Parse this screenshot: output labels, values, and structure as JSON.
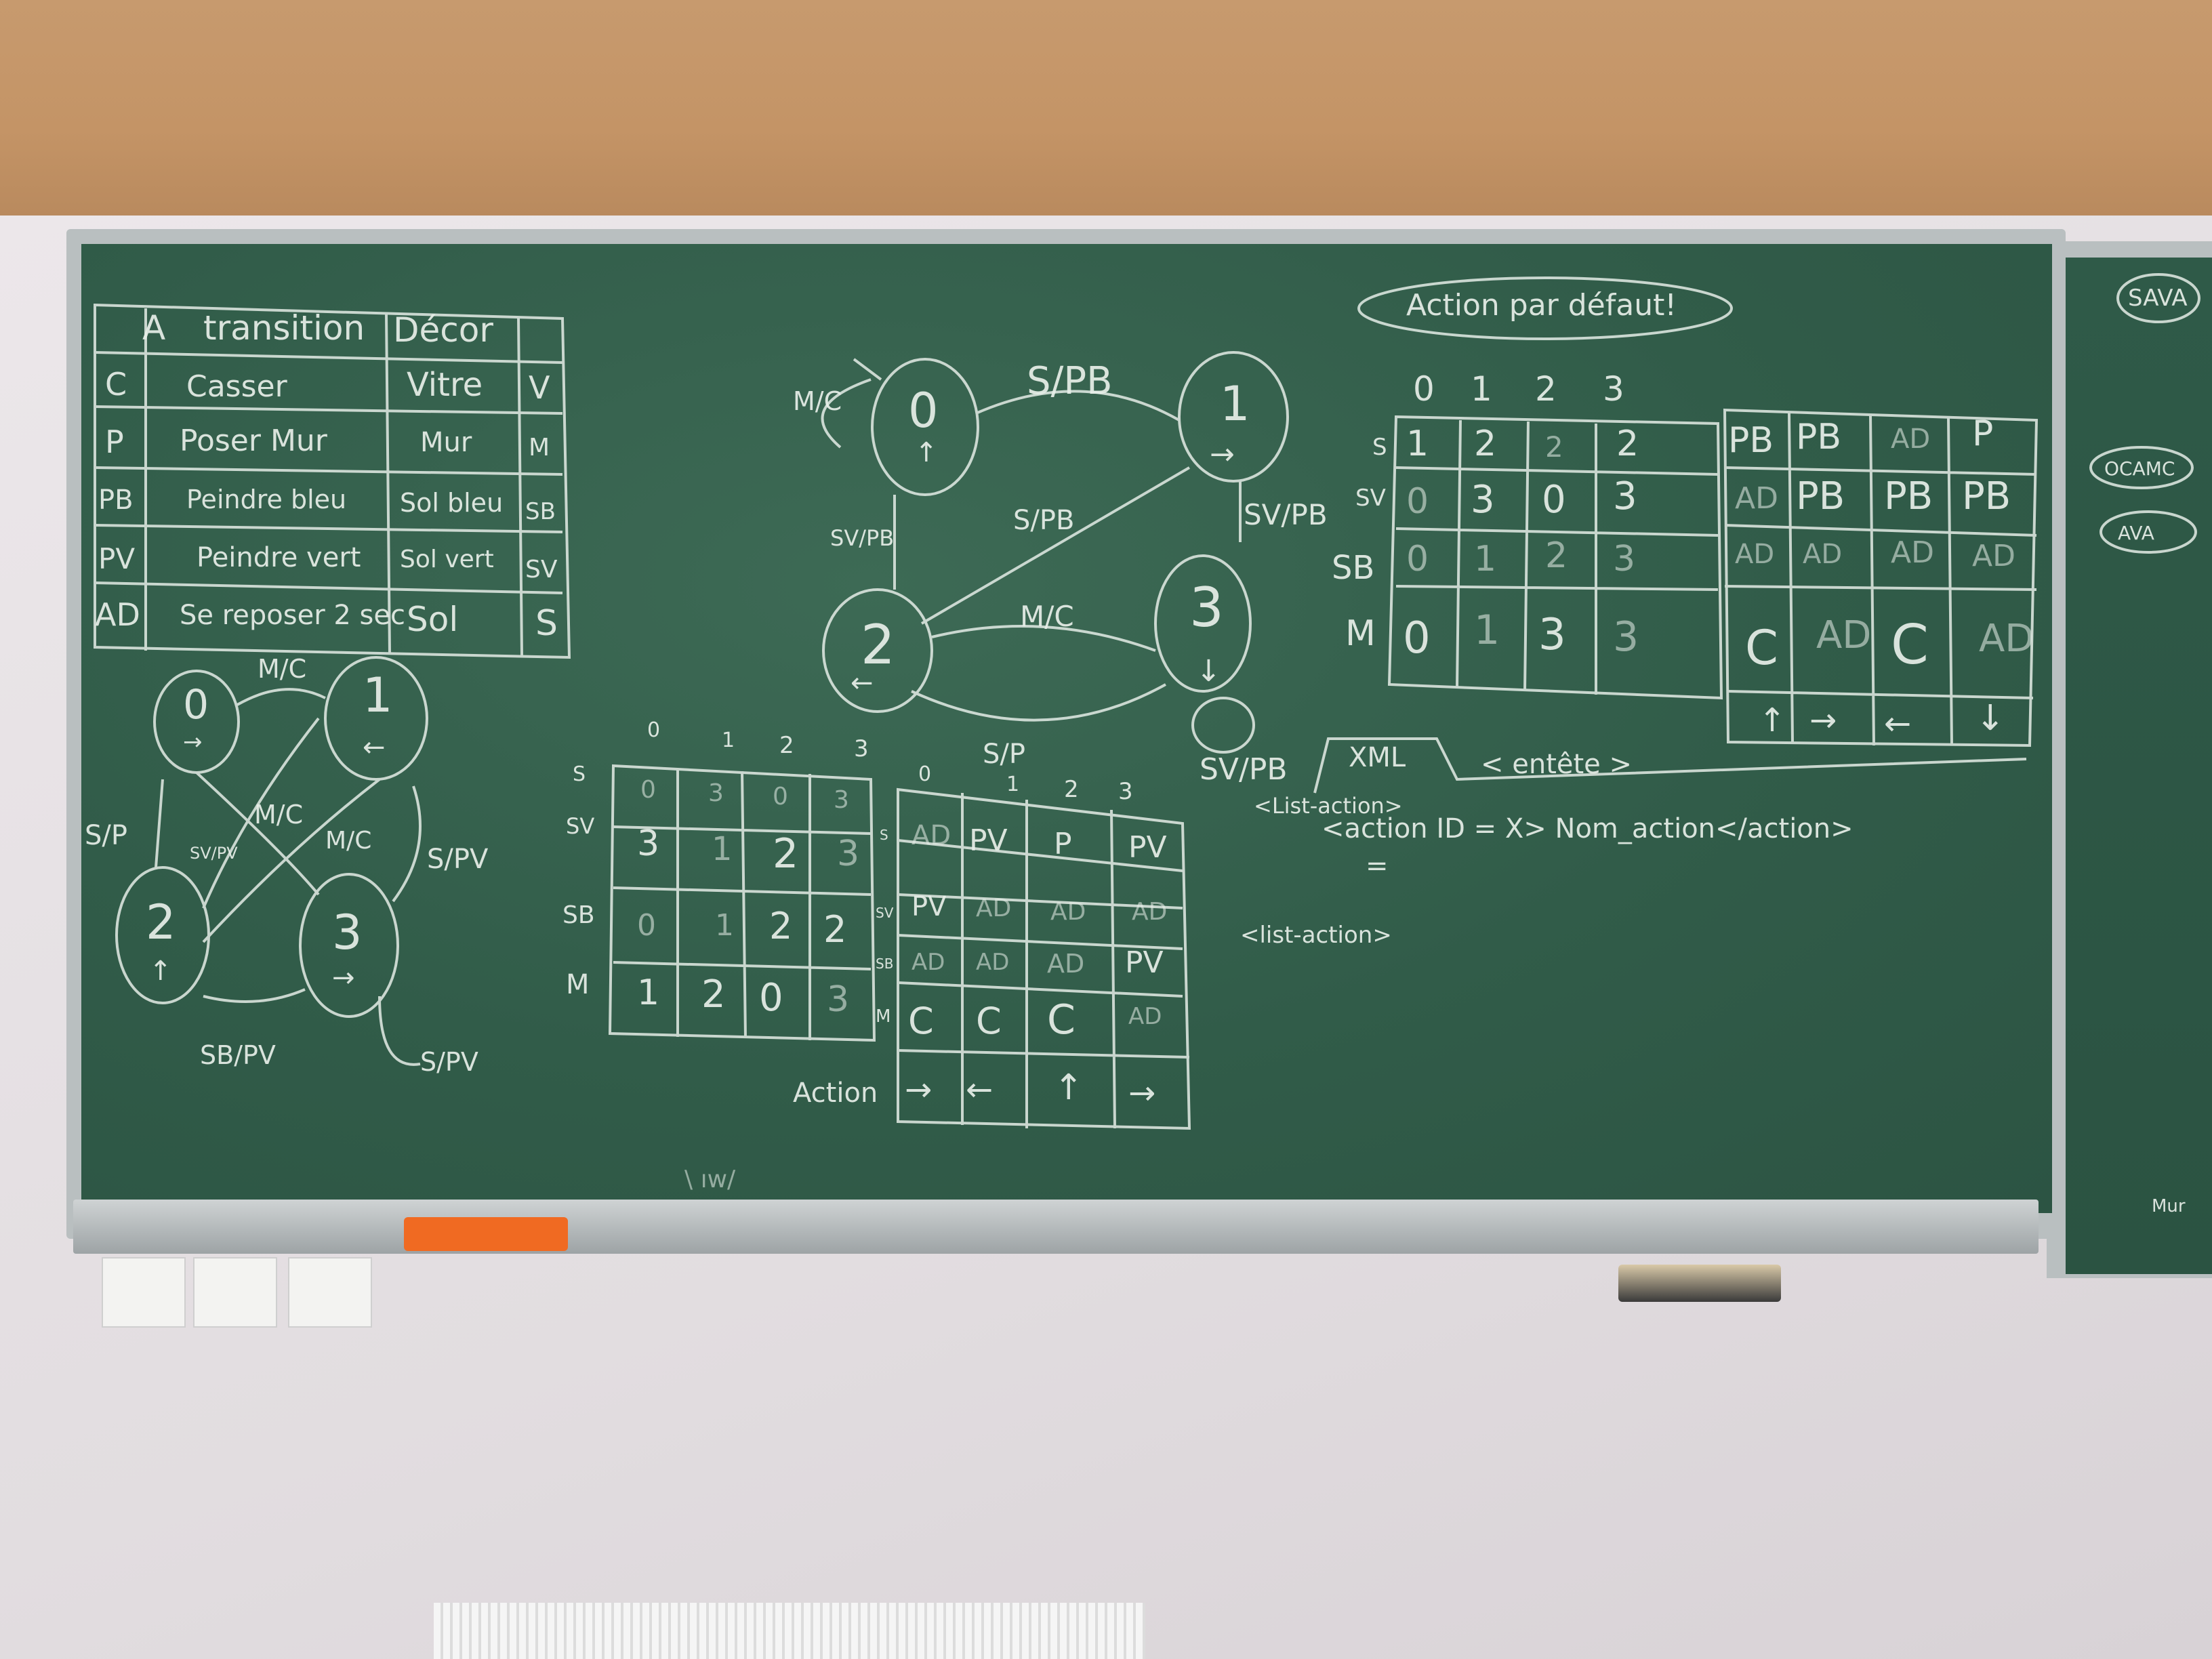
{
  "board": {
    "title_bubble": "Action par défaut!",
    "left_table": {
      "headers": [
        "A",
        "transition",
        "Décor"
      ],
      "rows": [
        {
          "code": "C",
          "label": "Casser",
          "decor": "Vitre",
          "abbr": "V"
        },
        {
          "code": "P",
          "label": "Poser Mur",
          "decor": "Mur",
          "abbr": "M"
        },
        {
          "code": "PB",
          "label": "Peindre bleu",
          "decor": "Sol bleu",
          "abbr": "SB"
        },
        {
          "code": "PV",
          "label": "Peindre vert",
          "decor": "Sol vert",
          "abbr": "SV"
        },
        {
          "code": "AD",
          "label": "Se reposer 2 sec",
          "decor": "Sol",
          "abbr": "S"
        }
      ]
    },
    "left_graph": {
      "nodes": [
        "0",
        "1",
        "2",
        "3"
      ],
      "node_arrows": [
        "→",
        "←",
        "↑",
        "→"
      ],
      "edge_labels": [
        "M/C",
        "M/C",
        "M/C",
        "S/P",
        "S/PV",
        "SV/PV",
        "SB/PV",
        "S/PV"
      ]
    },
    "center_graph": {
      "nodes": [
        "0",
        "1",
        "2",
        "3"
      ],
      "node_arrows": [
        "↑",
        "→",
        "←",
        "↓"
      ],
      "edge_labels": [
        "S/PB",
        "M/C",
        "SV/PB",
        "S/PB",
        "SV/PB",
        "M/C",
        "S/P",
        "SV/PB"
      ]
    },
    "mid_matrix": {
      "col_headers": [
        "0",
        "1",
        "2",
        "3"
      ],
      "row_headers": [
        "S",
        "SV",
        "SB",
        "M"
      ],
      "cells": [
        [
          "0",
          "3",
          "0",
          "3"
        ],
        [
          "3",
          "1",
          "2",
          "3"
        ],
        [
          "0",
          "1",
          "2",
          "2"
        ],
        [
          "1",
          "2",
          "0",
          "3"
        ]
      ]
    },
    "action_matrix": {
      "col_headers": [
        "0",
        "1",
        "2",
        "3"
      ],
      "row_headers": [
        "S",
        "SV",
        "SB",
        "M"
      ],
      "cells": [
        [
          "AD",
          "PV",
          "P",
          "PV"
        ],
        [
          "PV",
          "AD",
          "AD",
          "AD"
        ],
        [
          "AD",
          "AD",
          "AD",
          "PV"
        ],
        [
          "C",
          "C",
          "C",
          "AD"
        ]
      ],
      "footer_label": "Action",
      "footer_cells": [
        "→",
        "←",
        "↑",
        "→"
      ]
    },
    "right_matrix": {
      "col_headers": [
        "0",
        "1",
        "2",
        "3"
      ],
      "row_headers": [
        "S",
        "SV",
        "SB",
        "M"
      ],
      "cells": [
        [
          "1",
          "2",
          "2",
          "2"
        ],
        [
          "0",
          "3",
          "0",
          "3"
        ],
        [
          "0",
          "1",
          "2",
          "3"
        ],
        [
          "0",
          "1",
          "3",
          "3"
        ]
      ]
    },
    "right_action_matrix": {
      "cells": [
        [
          "PB",
          "PB",
          "AD",
          "P"
        ],
        [
          "AD",
          "PB",
          "PB",
          "PB"
        ],
        [
          "AD",
          "AD",
          "AD",
          "AD"
        ],
        [
          "C",
          "AD",
          "C",
          "AD"
        ]
      ],
      "footer_cells": [
        "↑",
        "→",
        "←",
        "↓"
      ]
    },
    "xml": {
      "tab": "XML",
      "entete": "< entête >",
      "list_open": "<List-action>",
      "action_line": "<action ID = X>  Nom_action</action>",
      "list_close": "<list-action>"
    },
    "side_board": [
      "SAVA",
      "OCAMC",
      "AVA",
      "Mur"
    ],
    "bottom_scribble": "\\ ıw/"
  },
  "colors": {
    "board": "#315c49",
    "chalk": "#e8efe9",
    "wood": "#c49466",
    "wall": "#e6e1e4",
    "eraser_orange": "#f06a22"
  }
}
